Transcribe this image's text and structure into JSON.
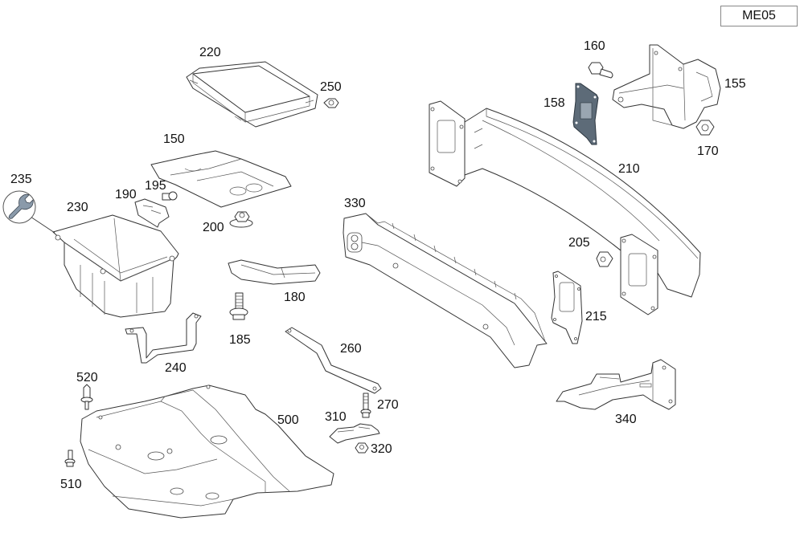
{
  "sheet": {
    "id": "ME05"
  },
  "parts": [
    {
      "key": "p235",
      "number": "235",
      "name": "tool-symbol",
      "icon": "wrench-icon"
    },
    {
      "key": "p230",
      "number": "230",
      "name": "battery-tray"
    },
    {
      "key": "p220",
      "number": "220",
      "name": "control-unit-cover"
    },
    {
      "key": "p250",
      "number": "250",
      "name": "nut"
    },
    {
      "key": "p150",
      "number": "150",
      "name": "insulating-mat"
    },
    {
      "key": "p190",
      "number": "190",
      "name": "bracket"
    },
    {
      "key": "p195",
      "number": "195",
      "name": "clip"
    },
    {
      "key": "p200",
      "number": "200",
      "name": "flange-nut"
    },
    {
      "key": "p180",
      "number": "180",
      "name": "holder"
    },
    {
      "key": "p185",
      "number": "185",
      "name": "bolt"
    },
    {
      "key": "p240",
      "number": "240",
      "name": "support-bracket"
    },
    {
      "key": "p260",
      "number": "260",
      "name": "strut"
    },
    {
      "key": "p270",
      "number": "270",
      "name": "screw"
    },
    {
      "key": "p310",
      "number": "310",
      "name": "clamp"
    },
    {
      "key": "p320",
      "number": "320",
      "name": "nut"
    },
    {
      "key": "p330",
      "number": "330",
      "name": "side-member"
    },
    {
      "key": "p340",
      "number": "340",
      "name": "mounting-bracket"
    },
    {
      "key": "p500",
      "number": "500",
      "name": "underbody-panel"
    },
    {
      "key": "p510",
      "number": "510",
      "name": "screw"
    },
    {
      "key": "p520",
      "number": "520",
      "name": "expanding-rivet"
    },
    {
      "key": "p160",
      "number": "160",
      "name": "bolt"
    },
    {
      "key": "p155",
      "number": "155",
      "name": "crash-box-bracket"
    },
    {
      "key": "p158",
      "number": "158",
      "name": "seal"
    },
    {
      "key": "p170",
      "number": "170",
      "name": "nut"
    },
    {
      "key": "p210",
      "number": "210",
      "name": "bumper-reinforcement"
    },
    {
      "key": "p205",
      "number": "205",
      "name": "spacer-nut"
    },
    {
      "key": "p215",
      "number": "215",
      "name": "gasket"
    }
  ],
  "labels": {
    "p235": "235",
    "p230": "230",
    "p220": "220",
    "p250": "250",
    "p150": "150",
    "p190": "190",
    "p195": "195",
    "p200": "200",
    "p180": "180",
    "p185": "185",
    "p240": "240",
    "p260": "260",
    "p270": "270",
    "p310": "310",
    "p320": "320",
    "p330": "330",
    "p340": "340",
    "p500": "500",
    "p510": "510",
    "p520": "520",
    "p160": "160",
    "p155": "155",
    "p158": "158",
    "p170": "170",
    "p210": "210",
    "p205": "205",
    "p215": "215"
  },
  "colors": {
    "line": "#333333",
    "highlight_part": "#5d6b78",
    "tool_icon": "#8a9aaa"
  }
}
